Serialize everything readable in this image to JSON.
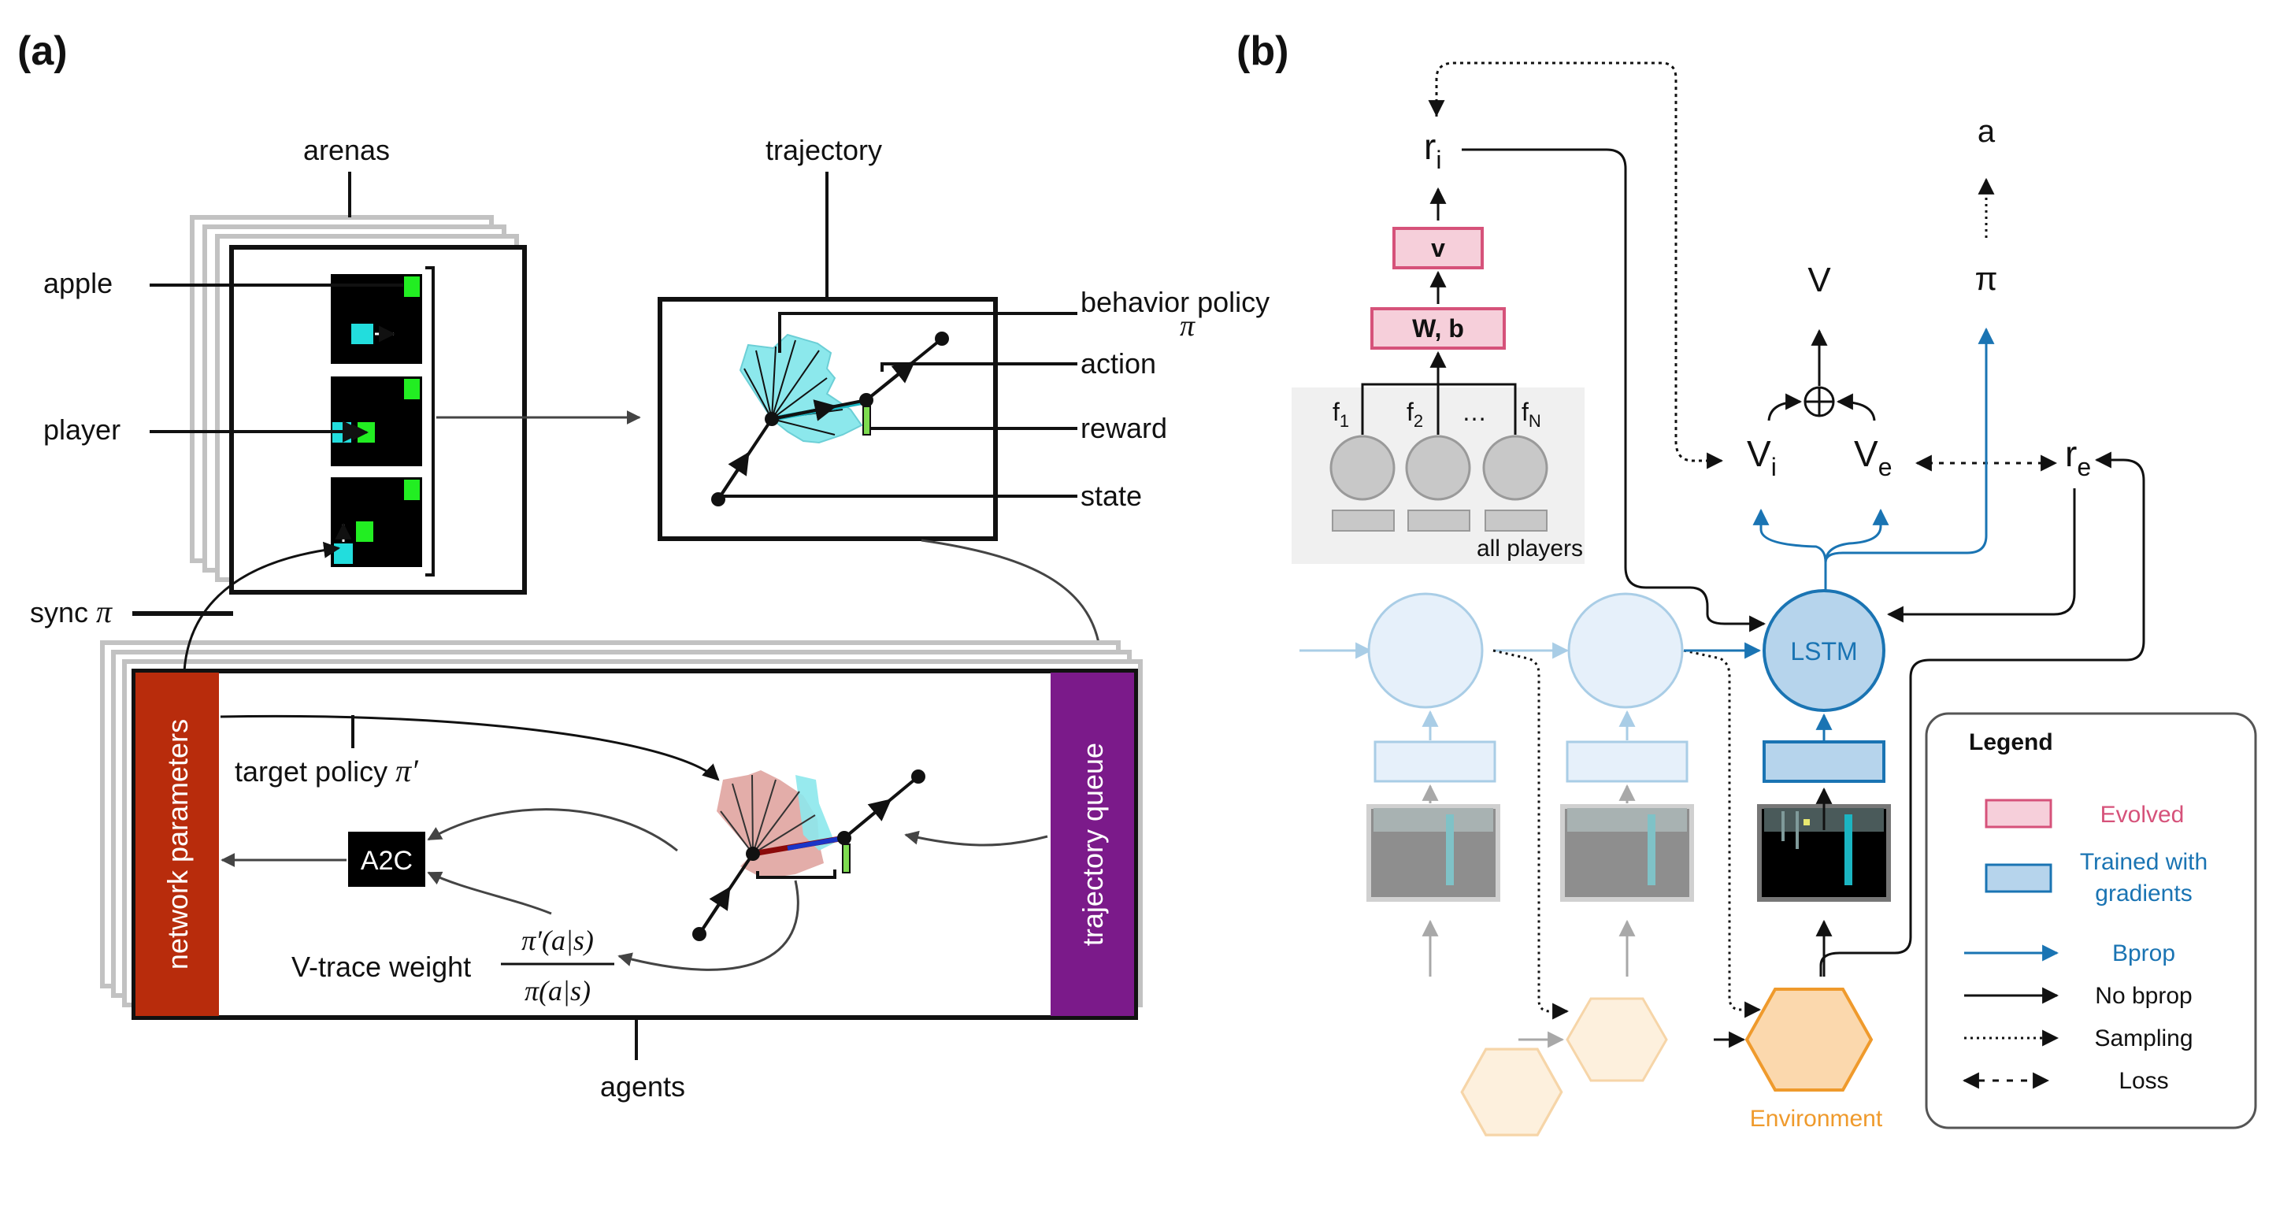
{
  "panel_a": {
    "label": "(a)",
    "arenas": "arenas",
    "trajectory": "trajectory",
    "apple": "apple",
    "player": "player",
    "sync": "sync",
    "pi": "π",
    "behavior_policy": "behavior policy",
    "action": "action",
    "reward": "reward",
    "state": "state",
    "network_parameters": "network parameters",
    "trajectory_queue": "trajectory queue",
    "target_policy": "target policy",
    "pi_prime": "π′",
    "a2c": "A2C",
    "vtrace": "V-trace weight",
    "frac_num": "π′(a|s)",
    "frac_den": "π(a|s)",
    "agents": "agents"
  },
  "panel_b": {
    "label": "(b)",
    "r_i": "r",
    "r_i_sub": "i",
    "v": "v",
    "wb": "W, b",
    "f1": "f",
    "f1_sub": "1",
    "f2": "f",
    "f2_sub": "2",
    "dots": "…",
    "fN": "f",
    "fN_sub": "N",
    "all_players": "all players",
    "V": "V",
    "a": "a",
    "pi": "π",
    "V_i": "V",
    "V_i_sub": "i",
    "V_e": "V",
    "V_e_sub": "e",
    "r_e": "r",
    "r_e_sub": "e",
    "lstm": "LSTM",
    "environment": "Environment"
  },
  "legend": {
    "title": "Legend",
    "evolved": "Evolved",
    "trained_1": "Trained with",
    "trained_2": "gradients",
    "bprop": "Bprop",
    "no_bprop": "No bprop",
    "sampling": "Sampling",
    "loss": "Loss"
  },
  "colors": {
    "evolved_fill": "#f6cfda",
    "evolved_stroke": "#d6527a",
    "trained_fill": "#b6d4ec",
    "trained_stroke": "#1a74b3",
    "bprop": "#1a74b3",
    "environment": "#ef9a2c",
    "network_parameters": "#b82c0c",
    "trajectory_queue": "#7b1a8a",
    "apple": "#22ee22",
    "player": "#22dddd"
  }
}
